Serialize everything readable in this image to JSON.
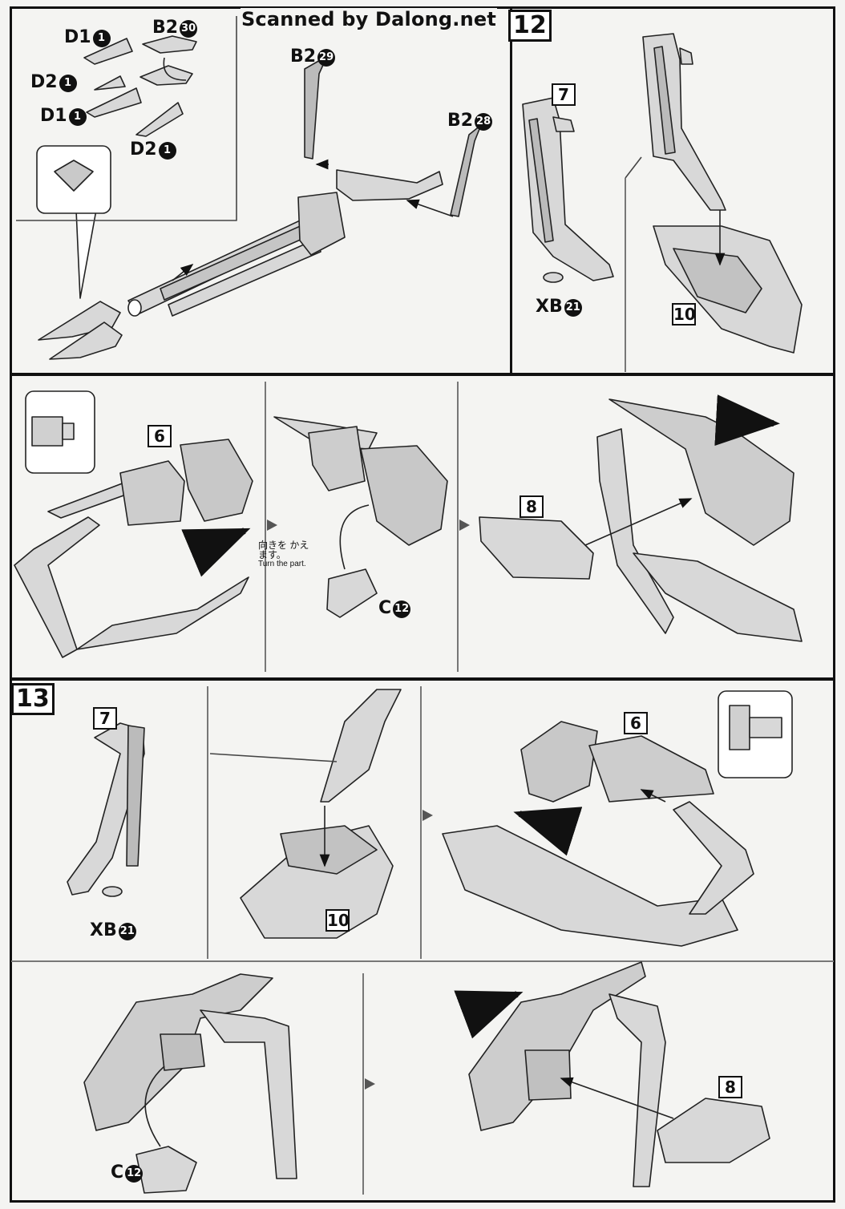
{
  "watermark": "Scanned by Dalong.net",
  "steps": {
    "s12": "12",
    "s13": "13"
  },
  "parts": {
    "p7": "7",
    "p10": "10",
    "p6": "6",
    "p8": "8"
  },
  "labels": {
    "d1a": {
      "name": "D1",
      "num": "1"
    },
    "b2_30": {
      "name": "B2",
      "num": "30"
    },
    "d2a": {
      "name": "D2",
      "num": "1"
    },
    "d1b": {
      "name": "D1",
      "num": "1"
    },
    "d2b": {
      "name": "D2",
      "num": "1"
    },
    "b2_29": {
      "name": "B2",
      "num": "29"
    },
    "b2_28": {
      "name": "B2",
      "num": "28"
    },
    "xb21_top": {
      "name": "XB",
      "num": "21"
    },
    "c12_mid": {
      "name": "C",
      "num": "12"
    },
    "xb21_bot": {
      "name": "XB",
      "num": "21"
    },
    "c12_bot": {
      "name": "C",
      "num": "12"
    }
  },
  "turn_note": {
    "jp": "向きを かえます。",
    "en": "Turn the part."
  },
  "icons": [
    "arrow-right-icon",
    "push-arrow-icon",
    "inset-detail-icon"
  ],
  "colors": {
    "ink": "#111111",
    "paper": "#f4f4f2",
    "part_fill": "#d8d8d8",
    "part_shade": "#a9a9a9"
  }
}
